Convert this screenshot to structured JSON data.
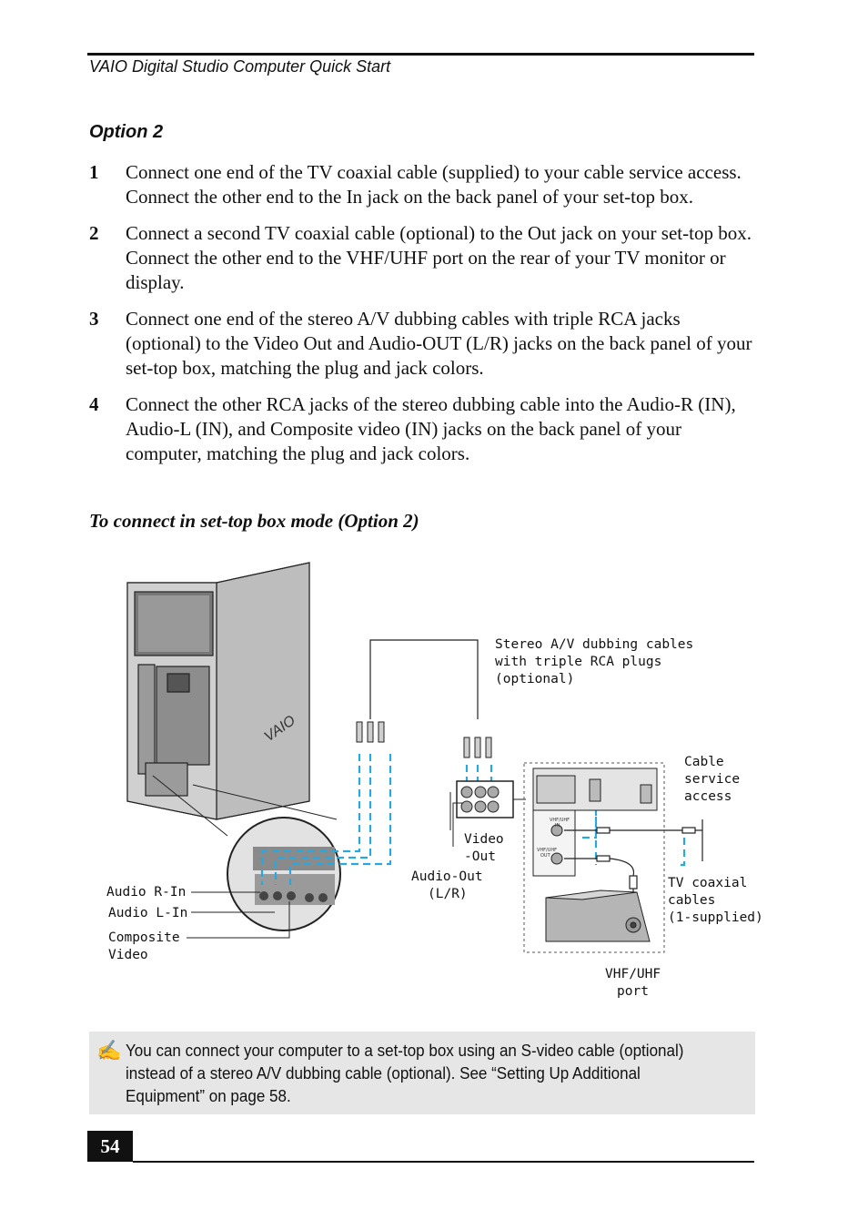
{
  "header": {
    "title": "VAIO Digital Studio Computer Quick Start"
  },
  "option_heading": "Option 2",
  "steps": [
    {
      "num": "1",
      "text": "Connect one end of the TV coaxial cable (supplied) to your cable service access. Connect the other end to the In jack on the back panel of your set-top box."
    },
    {
      "num": "2",
      "text": "Connect a second TV coaxial cable (optional) to the Out jack on your set-top box. Connect the other end to the VHF/UHF port on the rear of your TV monitor or display."
    },
    {
      "num": "3",
      "text": "Connect one end of the stereo A/V dubbing cables with triple RCA jacks (optional) to the Video Out and Audio-OUT (L/R) jacks on the back panel of your set-top box, matching the plug and jack colors."
    },
    {
      "num": "4",
      "text": "Connect the other RCA jacks of the stereo dubbing cable into the Audio-R (IN), Audio-L (IN), and Composite video (IN) jacks on the back panel of your computer, matching the plug and jack colors."
    }
  ],
  "figure": {
    "title": "To connect in set-top box mode (Option 2)",
    "labels": {
      "dubbing_1": "Stereo A/V dubbing cables",
      "dubbing_2": "with triple RCA plugs",
      "dubbing_3": "(optional)",
      "cable_1": "Cable",
      "cable_2": "service",
      "cable_3": "access",
      "video_out_1": "Video",
      "video_out_2": "-Out",
      "audio_out_1": "Audio-Out",
      "audio_out_2": "(L/R)",
      "tv_coax_1": "TV coaxial",
      "tv_coax_2": "cables",
      "tv_coax_3": "(1-supplied)",
      "vhf_port_1": "VHF/UHF",
      "vhf_port_2": "port",
      "audio_r_in": "Audio R-In",
      "audio_l_in": "Audio L-In",
      "composite_1": "Composite",
      "composite_2": "Video",
      "stb_vhf_in_1": "VHF/UHF",
      "stb_vhf_in_2": "IN",
      "stb_vhf_out_1": "VHF/UHF",
      "stb_vhf_out_2": "OUT",
      "brand": "VAIO"
    }
  },
  "note": {
    "icon": "pencil-note-icon",
    "text": "You can connect your computer to a set-top box using an S-video cable (optional) instead of a stereo A/V dubbing cable (optional). See “Setting Up Additional Equipment” on page 58."
  },
  "page_number": "54",
  "colors": {
    "cable_dash": "#29a8e0",
    "note_bg": "#e6e6e6"
  }
}
